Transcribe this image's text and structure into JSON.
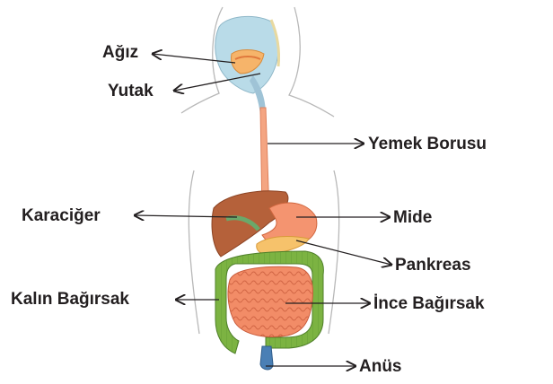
{
  "labels": {
    "mouth": "Ağız",
    "pharynx": "Yutak",
    "esophagus": "Yemek Borusu",
    "liver": "Karaciğer",
    "stomach": "Mide",
    "pancreas": "Pankreas",
    "large_intestine": "Kalın Bağırsak",
    "small_intestine": "İnce Bağırsak",
    "anus": "Anüs"
  },
  "colors": {
    "outline": "#b8b8b8",
    "head": "#b9dbe8",
    "esophagus": "#f4a582",
    "liver": "#b5613a",
    "stomach": "#f49470",
    "pancreas": "#f6c26b",
    "small_intestine": "#f28c67",
    "large_intestine": "#7cb342",
    "rectum": "#4a7fb5"
  }
}
